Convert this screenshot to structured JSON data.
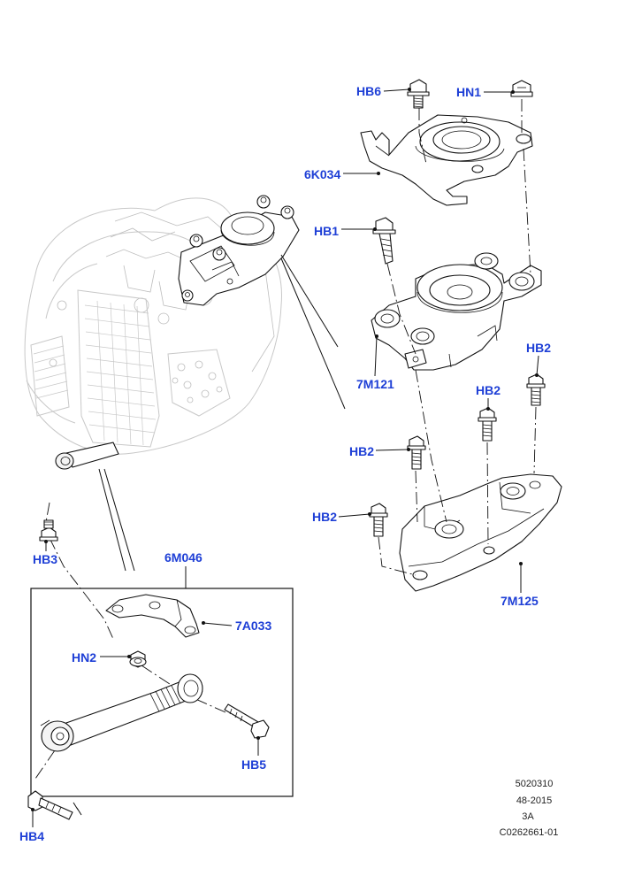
{
  "accent_color": "#1e3fd6",
  "callouts": {
    "hb6": "HB6",
    "hn1": "HN1",
    "p6k034": "6K034",
    "hb1": "HB1",
    "p7m121": "7M121",
    "hb2_a": "HB2",
    "hb2_b": "HB2",
    "hb2_c": "HB2",
    "hb2_d": "HB2",
    "p7m125": "7M125",
    "hb3": "HB3",
    "p6m046": "6M046",
    "p7a033": "7A033",
    "hn2": "HN2",
    "hb5": "HB5",
    "hb4": "HB4"
  },
  "reference": {
    "line1": "5020310",
    "line2": "48-2015",
    "line3": "3A",
    "line4": "C0262661-01"
  }
}
